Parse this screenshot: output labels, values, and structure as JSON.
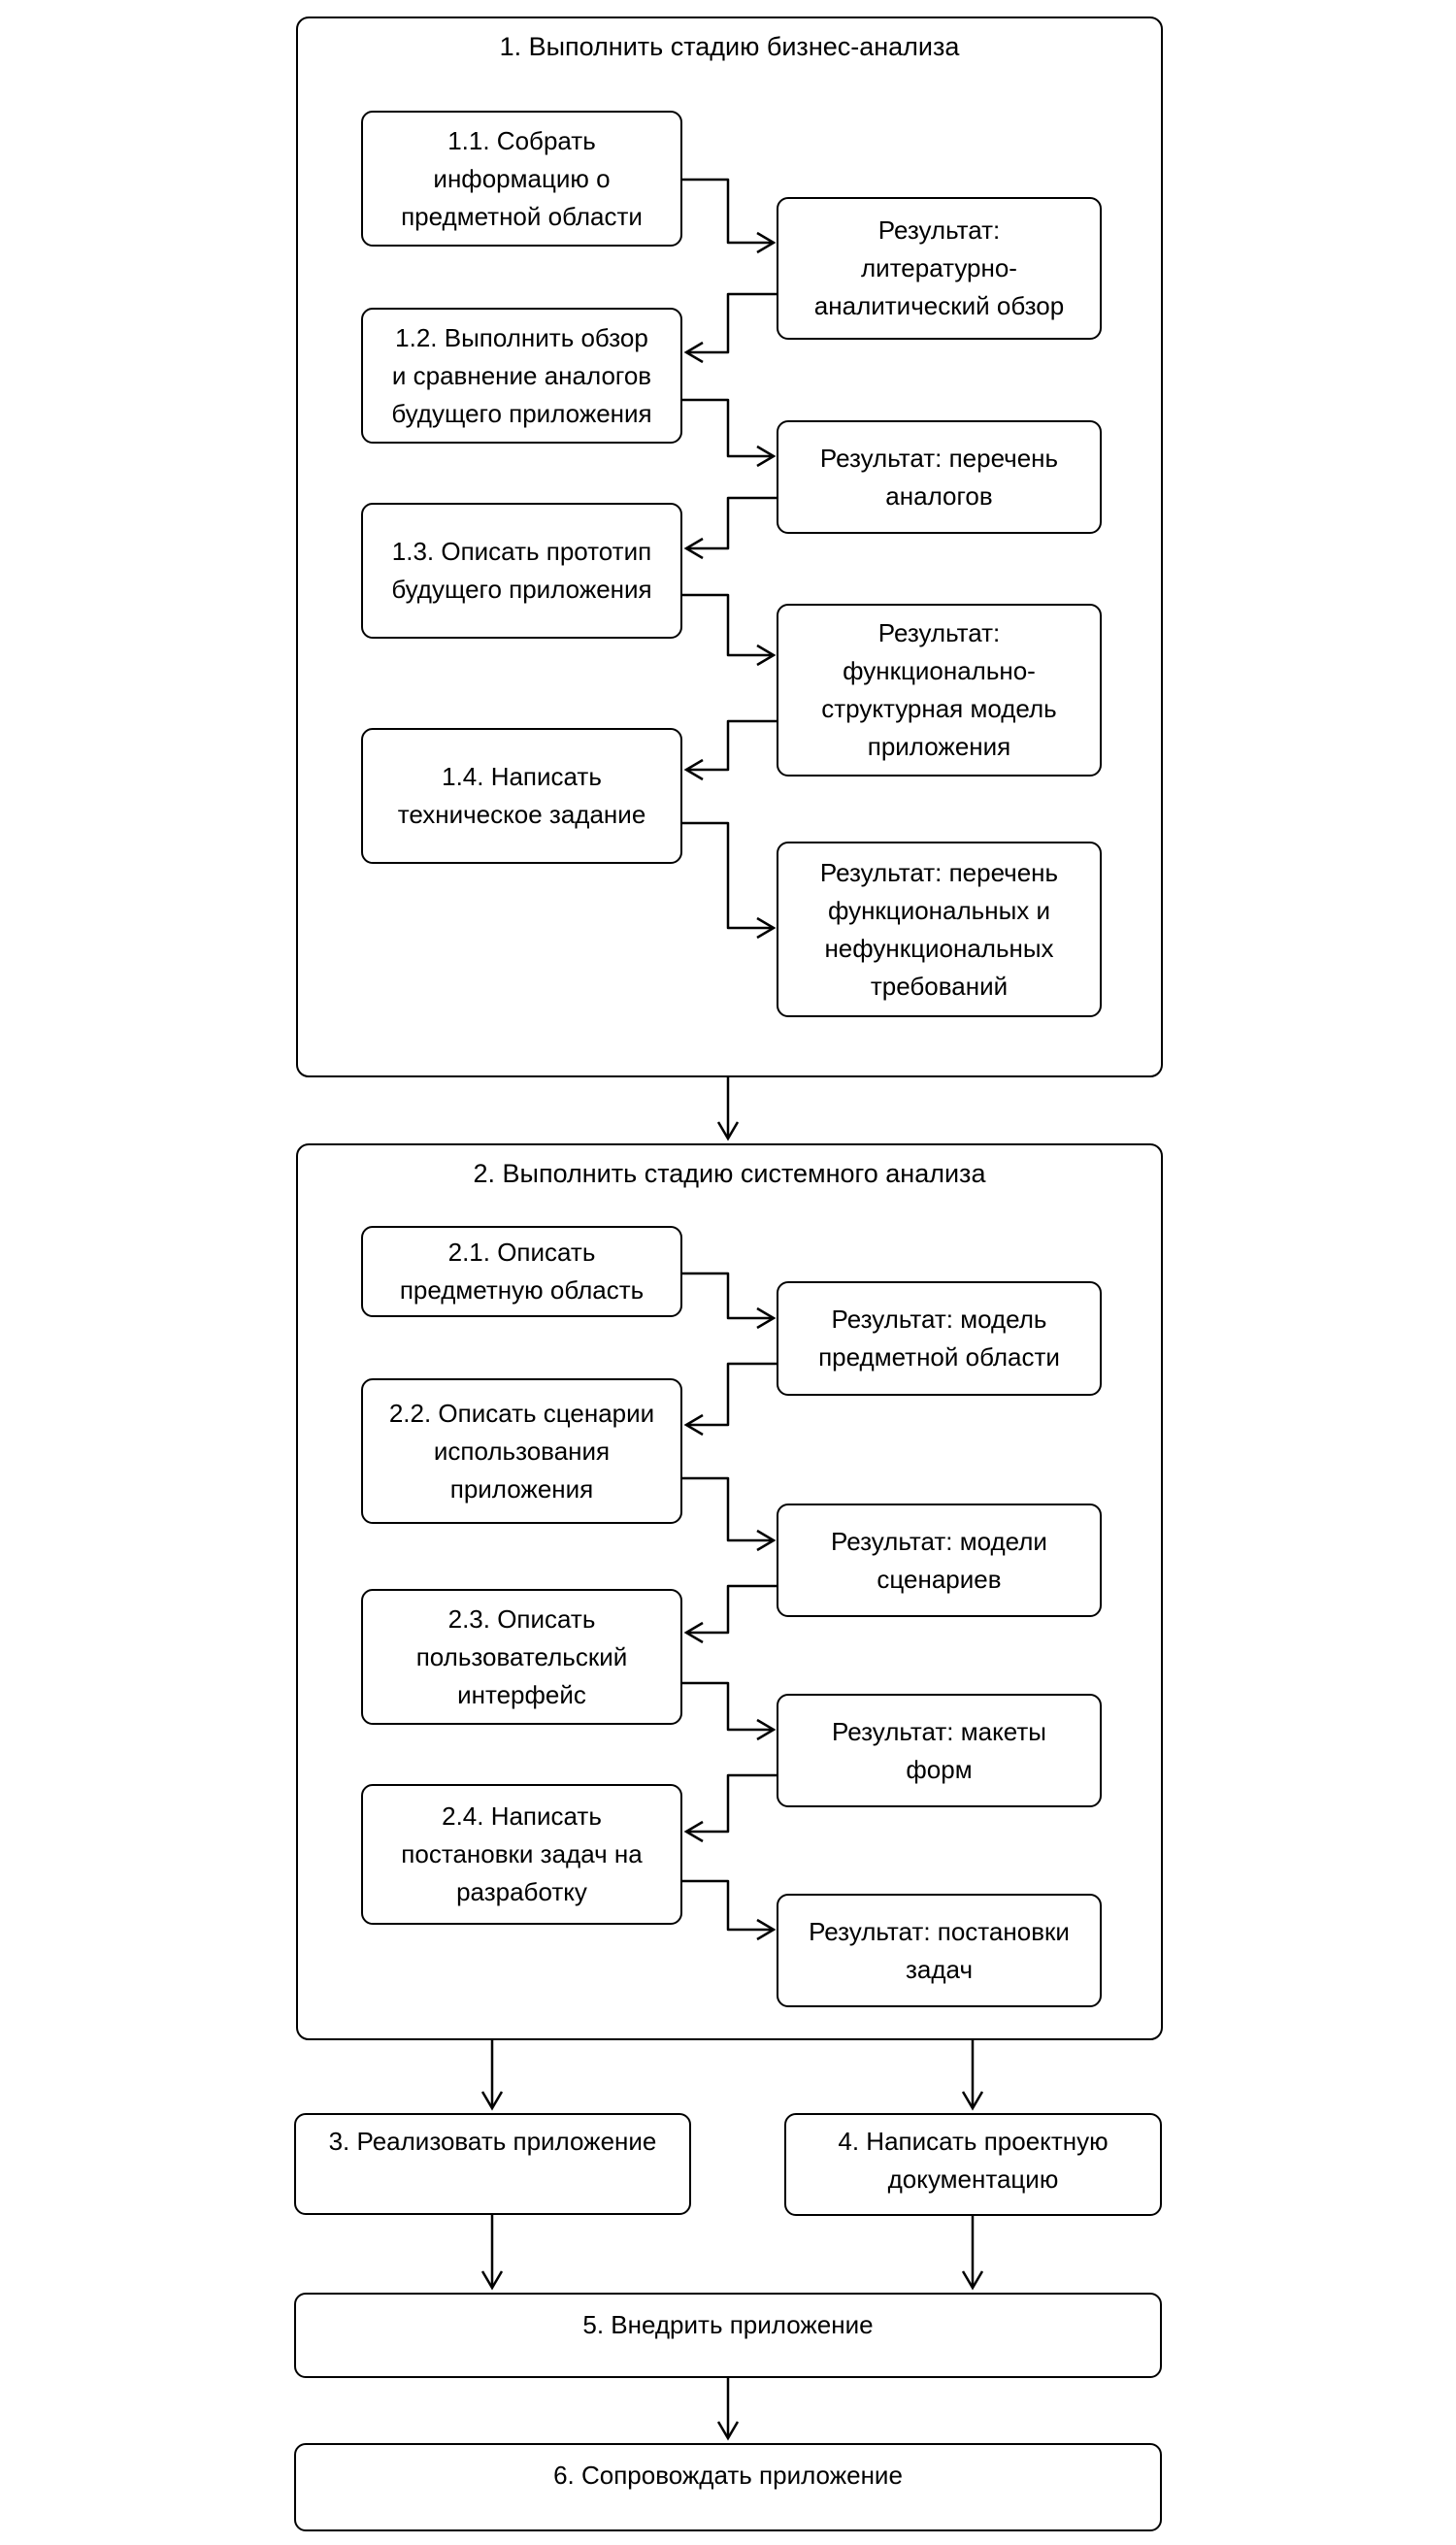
{
  "page": {
    "background": "#ffffff",
    "line_color": "#000000",
    "text_color": "#000000"
  },
  "stage1": {
    "title": "1. Выполнить стадию бизнес-анализа",
    "tasks": {
      "t1": "1.1. Собрать\nинформацию о\nпредметной области",
      "t2": "1.2. Выполнить обзор\nи сравнение аналогов\nбудущего приложения",
      "t3": "1.3. Описать прототип\nбудущего приложения",
      "t4": "1.4. Написать\nтехническое задание"
    },
    "results": {
      "r1": "Результат:\nлитературно-\nаналитический обзор",
      "r2": "Результат: перечень\nаналогов",
      "r3": "Результат:\nфункционально-\nструктурная модель\nприложения",
      "r4": "Результат: перечень\nфункциональных и\nнефункциональных\nтребований"
    }
  },
  "stage2": {
    "title": "2. Выполнить стадию системного анализа",
    "tasks": {
      "t1": "2.1. Описать\nпредметную область",
      "t2": "2.2. Описать сценарии\nиспользования\nприложения",
      "t3": "2.3. Описать\nпользовательский\nинтерфейс",
      "t4": "2.4. Написать\nпостановки задач на\nразработку"
    },
    "results": {
      "r1": "Результат: модель\nпредметной области",
      "r2": "Результат: модели\nсценариев",
      "r3": "Результат: макеты\nформ",
      "r4": "Результат: постановки\nзадач"
    }
  },
  "stage3": {
    "title": "3. Реализовать приложение"
  },
  "stage4": {
    "title": "4. Написать проектную\nдокументацию"
  },
  "stage5": {
    "title": "5. Внедрить приложение"
  },
  "stage6": {
    "title": "6. Сопровождать приложение"
  }
}
